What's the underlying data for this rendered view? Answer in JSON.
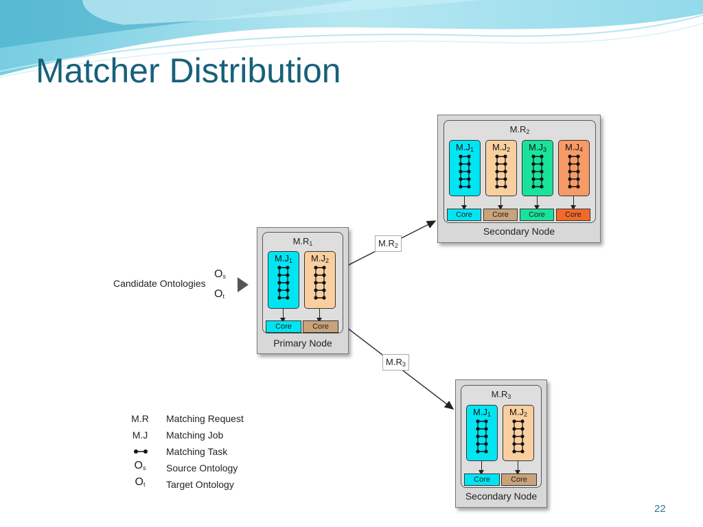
{
  "slide": {
    "title": "Matcher Distribution",
    "page_number": "22"
  },
  "input": {
    "label": "Candidate Ontologies",
    "source_symbol": "O",
    "source_sub": "s",
    "target_symbol": "O",
    "target_sub": "t"
  },
  "primary_node": {
    "label": "Primary Node",
    "mr": {
      "text": "M.R",
      "sub": "1"
    },
    "jobs": [
      {
        "text": "M.J",
        "sub": "1",
        "color": "#00e5f2"
      },
      {
        "text": "M.J",
        "sub": "2",
        "color": "#f9cfa0"
      }
    ],
    "cores": [
      {
        "label": "Core",
        "color": "#00e5f2"
      },
      {
        "label": "Core",
        "color": "#c9a37a"
      }
    ]
  },
  "secondary_node_1": {
    "label": "Secondary Node",
    "mr": {
      "text": "M.R",
      "sub": "2"
    },
    "jobs": [
      {
        "text": "M.J",
        "sub": "1",
        "color": "#00e5f2"
      },
      {
        "text": "M.J",
        "sub": "2",
        "color": "#f9cfa0"
      },
      {
        "text": "M.J",
        "sub": "3",
        "color": "#19e39a"
      },
      {
        "text": "M.J",
        "sub": "4",
        "color": "#f79a66"
      }
    ],
    "cores": [
      {
        "label": "Core",
        "color": "#00e5f2"
      },
      {
        "label": "Core",
        "color": "#c9a37a"
      },
      {
        "label": "Core",
        "color": "#19e39a"
      },
      {
        "label": "Core",
        "color": "#f2692a"
      }
    ]
  },
  "secondary_node_2": {
    "label": "Secondary Node",
    "mr": {
      "text": "M.R",
      "sub": "3"
    },
    "jobs": [
      {
        "text": "M.J",
        "sub": "1",
        "color": "#00e5f2"
      },
      {
        "text": "M.J",
        "sub": "2",
        "color": "#f9cfa0"
      }
    ],
    "cores": [
      {
        "label": "Core",
        "color": "#00e5f2"
      },
      {
        "label": "Core",
        "color": "#c9a37a"
      }
    ]
  },
  "requests": [
    {
      "text": "M.R",
      "sub": "2"
    },
    {
      "text": "M.R",
      "sub": "3"
    }
  ],
  "legend": [
    {
      "symbol": "M.R",
      "sub": "",
      "text": "Matching Request"
    },
    {
      "symbol": "M.J",
      "sub": "",
      "text": "Matching Job"
    },
    {
      "symbol": "task-icon",
      "sub": "",
      "text": "Matching Task"
    },
    {
      "symbol": "O",
      "sub": "s",
      "text": "Source Ontology"
    },
    {
      "symbol": "O",
      "sub": "t",
      "text": "Target Ontology"
    }
  ],
  "colors": {
    "title": "#17607a",
    "cyan": "#00e5f2",
    "peach": "#f9cfa0",
    "green": "#19e39a",
    "orange": "#f79a66"
  }
}
